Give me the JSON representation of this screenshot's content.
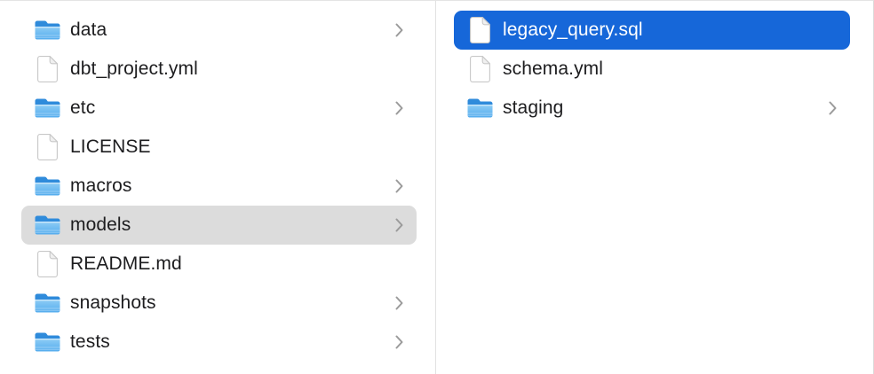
{
  "window": {
    "kind": "finder-column-view"
  },
  "colors": {
    "selection_blue": "#1667d9",
    "selection_gray": "#dcdcdc",
    "selected_text": "#ffffff",
    "text": "#1d1d1f",
    "chevron": "#9b9b9b",
    "folder_blue_front_top": "#8fcdf5",
    "folder_blue_front_bottom": "#54acee",
    "folder_blue_back": "#2f8bdb",
    "divider": "#e2e2e2"
  },
  "icons": {
    "folder": "folder-icon",
    "file": "file-icon",
    "chevron": "chevron-right-icon"
  },
  "columns": [
    {
      "name": "left",
      "items": [
        {
          "label": "data",
          "type": "folder",
          "chevron": true,
          "selected": null
        },
        {
          "label": "dbt_project.yml",
          "type": "file",
          "chevron": false,
          "selected": null
        },
        {
          "label": "etc",
          "type": "folder",
          "chevron": true,
          "selected": null
        },
        {
          "label": "LICENSE",
          "type": "file",
          "chevron": false,
          "selected": null
        },
        {
          "label": "macros",
          "type": "folder",
          "chevron": true,
          "selected": null
        },
        {
          "label": "models",
          "type": "folder",
          "chevron": true,
          "selected": "gray"
        },
        {
          "label": "README.md",
          "type": "file",
          "chevron": false,
          "selected": null
        },
        {
          "label": "snapshots",
          "type": "folder",
          "chevron": true,
          "selected": null
        },
        {
          "label": "tests",
          "type": "folder",
          "chevron": true,
          "selected": null
        }
      ]
    },
    {
      "name": "right",
      "items": [
        {
          "label": "legacy_query.sql",
          "type": "file",
          "chevron": false,
          "selected": "blue"
        },
        {
          "label": "schema.yml",
          "type": "file",
          "chevron": false,
          "selected": null
        },
        {
          "label": "staging",
          "type": "folder",
          "chevron": true,
          "selected": null
        }
      ]
    }
  ]
}
